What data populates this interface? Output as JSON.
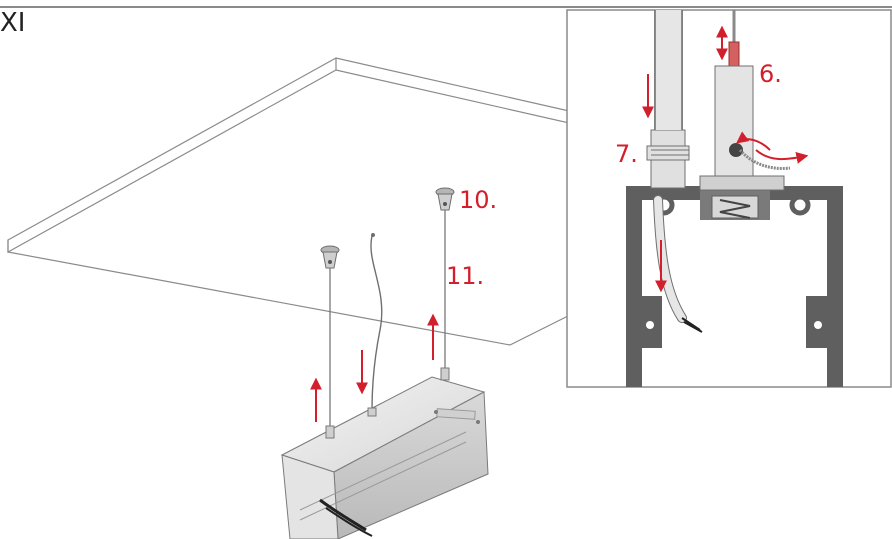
{
  "section": {
    "label": "XI"
  },
  "steps": {
    "step6": "6.",
    "step7": "7.",
    "step10": "10.",
    "step11": "11."
  },
  "colors": {
    "arrow": "#d21f2b",
    "line": "#6f6f6f",
    "profile": "#5f5f5f",
    "metal": "#c9c9c9",
    "panel_border": "#8a8a8a"
  }
}
